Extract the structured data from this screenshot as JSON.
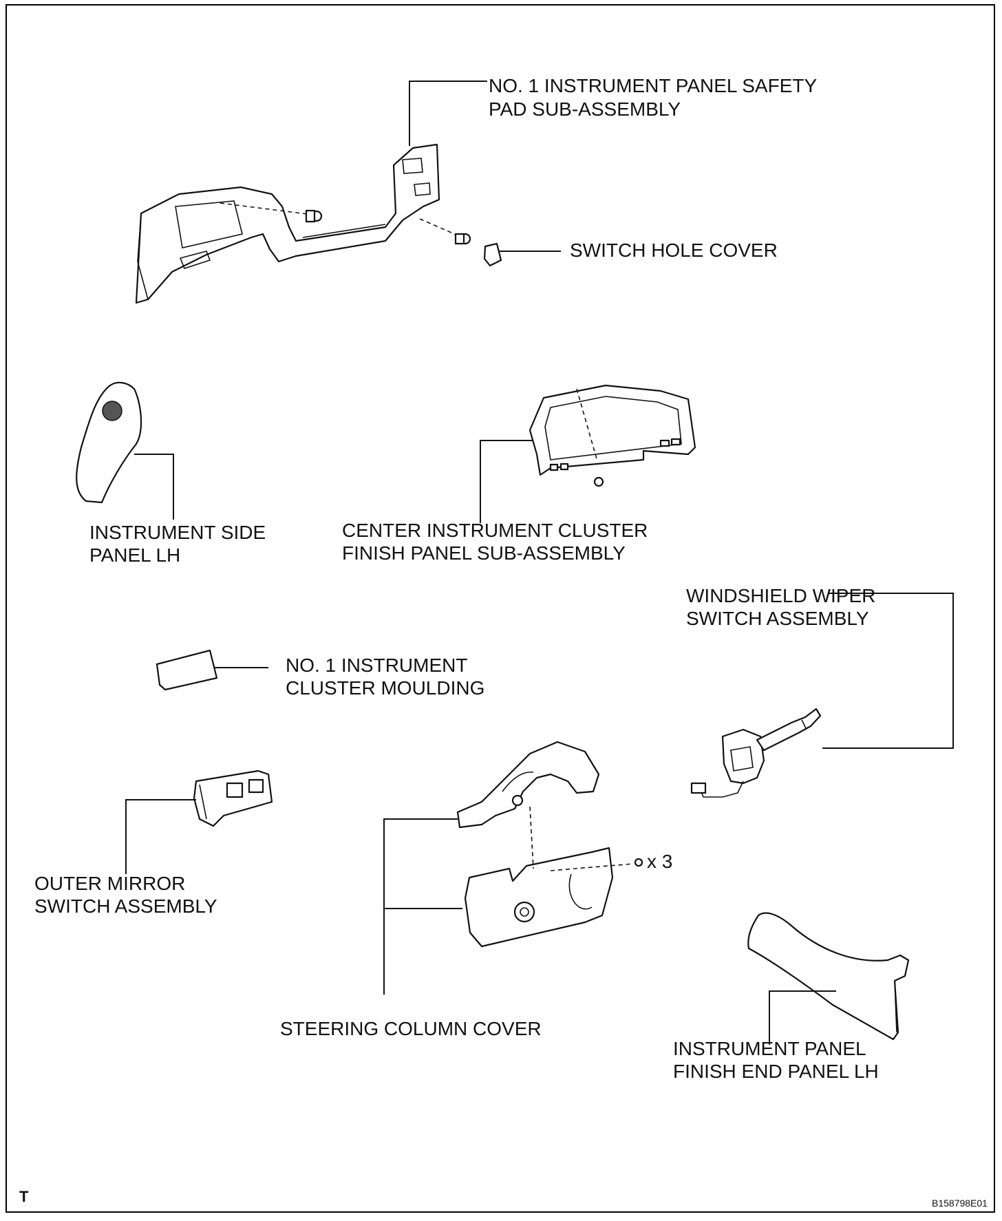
{
  "labels": {
    "safety_pad_1": "NO. 1 INSTRUMENT PANEL SAFETY",
    "safety_pad_2": "PAD SUB-ASSEMBLY",
    "switch_hole_cover": "SWITCH HOLE COVER",
    "side_panel_1": "INSTRUMENT SIDE",
    "side_panel_2": "PANEL LH",
    "cluster_finish_1": "CENTER INSTRUMENT CLUSTER",
    "cluster_finish_2": "FINISH PANEL SUB-ASSEMBLY",
    "wiper_switch_1": "WINDSHIELD WIPER",
    "wiper_switch_2": "SWITCH ASSEMBLY",
    "cluster_moulding_1": "NO. 1 INSTRUMENT",
    "cluster_moulding_2": "CLUSTER MOULDING",
    "mirror_switch_1": "OUTER MIRROR",
    "mirror_switch_2": "SWITCH ASSEMBLY",
    "screw_qty": "x 3",
    "steering_cover": "STEERING COLUMN COVER",
    "end_panel_1": "INSTRUMENT PANEL",
    "end_panel_2": "FINISH END PANEL LH"
  },
  "corner_mark": "T",
  "figure_code": "B158798E01"
}
